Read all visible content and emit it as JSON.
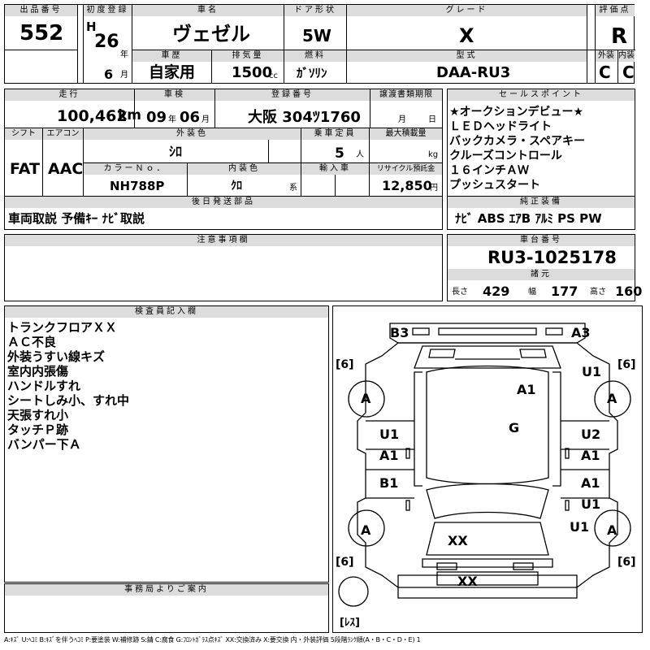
{
  "header": {
    "lot_label": "出品番号",
    "lot": "552",
    "first_reg_label": "初度登録",
    "era": "H",
    "year": "26",
    "year_unit": "年",
    "month": "6",
    "month_unit": "月",
    "car_name_label": "車名",
    "car_name": "ヴェゼル",
    "doors_label": "ドア形状",
    "doors": "5W",
    "grade_label": "グレード",
    "grade": "X",
    "score_label": "評価点",
    "score": "R",
    "history_label": "車歴",
    "history": "自家用",
    "displacement_label": "排気量",
    "displacement": "1500",
    "displacement_unit": "cc",
    "fuel_label": "燃料",
    "fuel": "ｶﾞｿﾘﾝ",
    "model_label": "型式",
    "model": "DAA-RU3",
    "ext_label": "外装",
    "ext": "C",
    "int_label": "内装",
    "int": "C"
  },
  "row2": {
    "mileage_label": "走行",
    "mileage": "100,462",
    "mileage_unit": "km",
    "inspection_label": "車検",
    "insp_y": "09",
    "insp_y_unit": "年",
    "insp_m": "06",
    "insp_m_unit": "月",
    "plate_label": "登録番号",
    "plate": "大阪 304ﾂ1760",
    "deadline_label": "譲渡書類期限",
    "deadline_m_unit": "月",
    "deadline_d_unit": "日",
    "shift_label": "シフト",
    "shift": "FAT",
    "ac_label": "エアコン",
    "ac": "AAC",
    "ext_color_label": "外装色",
    "ext_color": "ｼﾛ",
    "capacity_label": "乗車定員",
    "capacity": "5",
    "capacity_unit": "人",
    "load_label": "最大積載量",
    "load_unit": "kg",
    "color_no_label": "カラーＮｏ．",
    "color_no": "NH788P",
    "int_color_label": "内装色",
    "int_color": "ｸﾛ",
    "int_color_unit": "系",
    "import_label": "輸入車",
    "recycle_label": "リサイクル預託金",
    "recycle": "12,850",
    "recycle_unit": "円"
  },
  "sales_points": {
    "label": "セールスポイント",
    "items": [
      "★オークションデビュー★",
      "ＬＥＤヘッドライト",
      "バックカメラ・スペアキー",
      "クルーズコントロール",
      "１６インチＡＷ",
      "プッシュスタート"
    ]
  },
  "shipping": {
    "label": "後日発送部品",
    "text": "車両取説 予備ｷｰ ﾅﾋﾞ取説"
  },
  "equipment": {
    "label": "純正装備",
    "text": "ﾅﾋﾞ ABS ｴｱB ｱﾙﾐ PS PW"
  },
  "notes": {
    "label": "注意事項欄"
  },
  "chassis": {
    "label": "車台番号",
    "number": "RU3-1025178"
  },
  "specs": {
    "label": "諸元",
    "length_label": "長さ",
    "length": "429",
    "width_label": "幅",
    "width": "177",
    "height_label": "高さ",
    "height": "160"
  },
  "inspector": {
    "label": "検査員記入欄",
    "lines": [
      "トランクフロアＸＸ",
      "ＡＣ不良",
      "外装うすい線キズ",
      "室内内張傷",
      "ハンドルすれ",
      "シートしみ小、すれ中",
      "天張すれ小",
      "タッチＰ跡",
      "バンパー下Ａ"
    ]
  },
  "office": {
    "label": "事務局よりご案内"
  },
  "diagram": {
    "marks": {
      "rear_left": "B3",
      "rear_right": "A3",
      "tire_tl": "6",
      "tire_tr": "6",
      "tire_bl": "6",
      "tire_br": "6",
      "wheel": "A",
      "quarter_right": "U1",
      "roof": "A1",
      "hood": "G",
      "door_rl_1": "U1",
      "door_rl_2": "A1",
      "door_fl": "B1",
      "door_rr_1": "U2",
      "door_rr_2": "A1",
      "door_fr_1": "A1",
      "door_fr_2": "U1",
      "fender_right": "U1",
      "windshield": "XX",
      "front_bumper": "XX",
      "spare_label": "ﾚｽ"
    }
  },
  "legend": "A:ｷｽﾞ U:ﾍｺﾐ B:ｷｽﾞを伴うﾍｺﾐ P:要塗装 W:補修跡 S:錆 C:腐食 G:ﾌﾛﾝﾄｶﾞﾗｽ点ｷｽﾞ XX:交換済み X:要交換 内・外装評価 5段階ﾗﾝｸ順(A・B・C・D・E) 1",
  "colors": {
    "header_bg": "#dcdcdc",
    "line": "#000000"
  }
}
